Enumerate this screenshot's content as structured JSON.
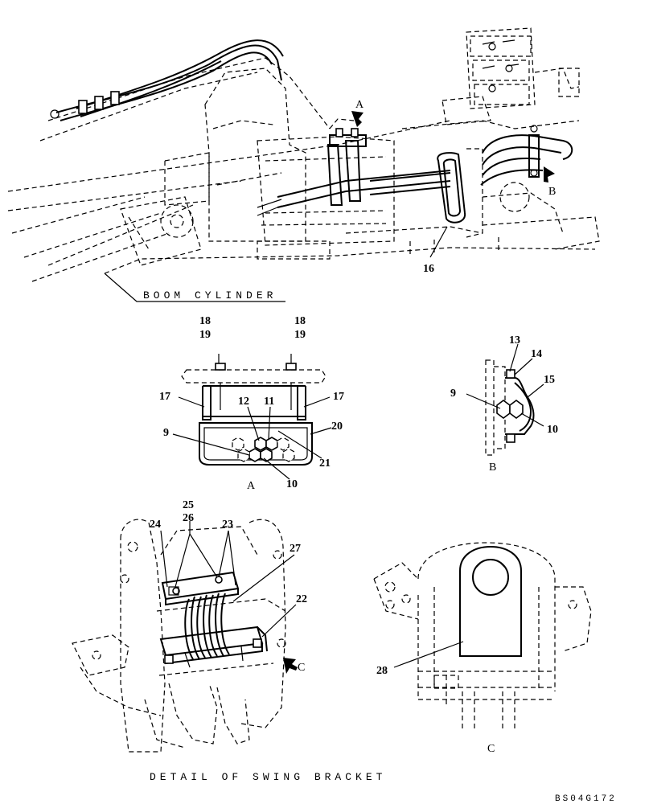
{
  "labels": {
    "boom_cylinder": "BOOM CYLINDER",
    "detail_title": "DETAIL OF SWING BRACKET",
    "drawing_code": "BS04G172",
    "view_a": "A",
    "view_b": "B",
    "view_c": "C",
    "arrow_a": "A",
    "arrow_b": "B",
    "arrow_c": "C"
  },
  "parts": {
    "p16": "16",
    "a_18_left": "18",
    "a_19_left": "19",
    "a_18_right": "18",
    "a_19_right": "19",
    "a_17_left": "17",
    "a_17_right": "17",
    "a_12": "12",
    "a_11": "11",
    "a_9": "9",
    "a_20": "20",
    "a_21": "21",
    "a_10": "10",
    "b_13": "13",
    "b_14": "14",
    "b_15": "15",
    "b_9": "9",
    "b_10": "10",
    "c_25": "25",
    "c_26": "26",
    "c_24": "24",
    "c_23": "23",
    "c_27": "27",
    "c_22": "22",
    "c_28": "28"
  }
}
